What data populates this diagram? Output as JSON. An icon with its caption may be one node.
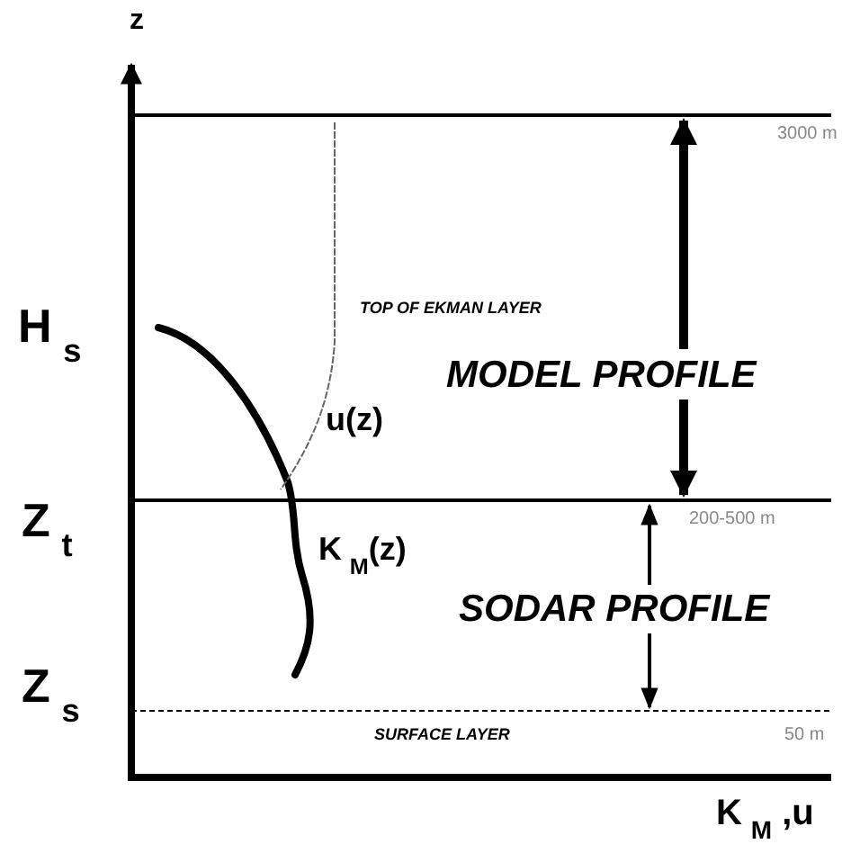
{
  "diagram": {
    "labels": [
      "z",
      "3000 m",
      "H$_{s}$",
      "TOP OF EKMAN LAYER",
      "MODEL PROFILE",
      "u(z)",
      "Z$_{t}$",
      "200-500 m",
      "K$_{M}$(z)",
      "SODAR PROFILE",
      "Z$_{s}$",
      "SURFACE LAYER",
      "50 m",
      "K$_{M}$ ,u"
    ]
  }
}
